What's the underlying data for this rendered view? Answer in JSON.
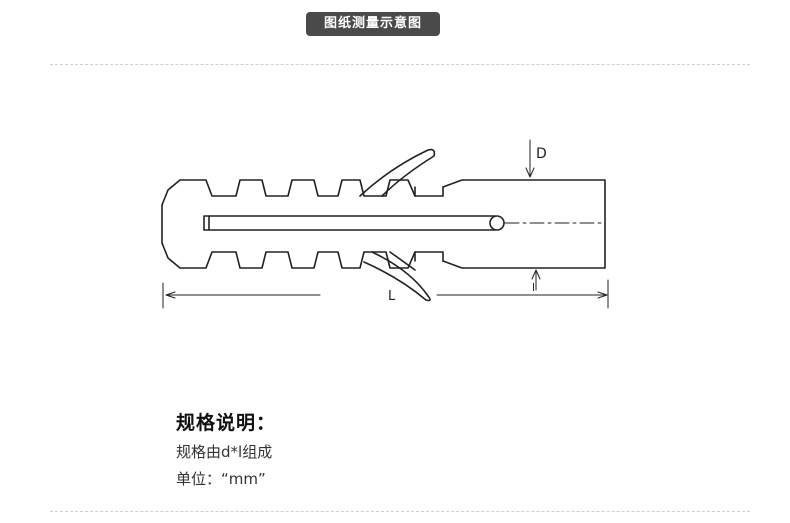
{
  "header": {
    "title": "图纸测量示意图"
  },
  "diagram": {
    "label_d": "D",
    "label_l": "L",
    "label_small_d": "l"
  },
  "spec": {
    "title": "规格说明：",
    "line1": "规格由d*l组成",
    "line2": "单位：“mm”"
  }
}
